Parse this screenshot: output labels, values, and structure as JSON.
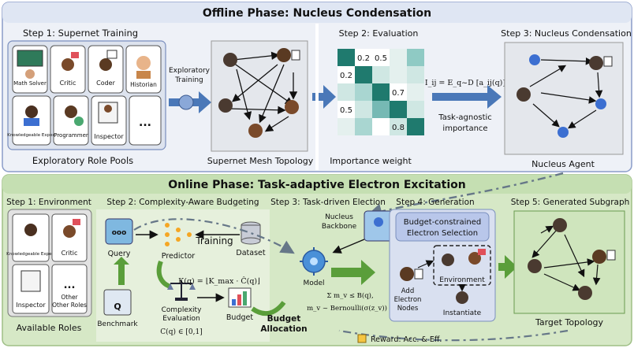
{
  "offline": {
    "title": "Offline Phase: Nucleus Condensation",
    "step1": "Step 1: Supernet Training",
    "roles": [
      "Math Solver",
      "Critic",
      "Coder",
      "Historian",
      "Knowledgeable Expert",
      "Programmer",
      "Inspector",
      "..."
    ],
    "role_pool_label": "Exploratory Role Pools",
    "exploratory_training": "Exploratory Training",
    "mesh_label": "Supernet Mesh Topology",
    "step2": "Step 2: Evaluation",
    "matrix_values": [
      "0.2",
      "0.5",
      "0.2",
      "0.7",
      "0.5",
      "0.8"
    ],
    "importance_weight": "Importance weight",
    "formula": "I_ij = E_q~D [a_ij(q)]",
    "task_agnostic": "Task-agnostic",
    "importance": "importance",
    "step3": "Step 3: Nucleus Condensation",
    "nucleus_agent": "Nucleus Agent"
  },
  "online": {
    "title": "Online Phase: Task-adaptive Electron Excitation",
    "step1": "Step 1: Environment",
    "roles": [
      "Knowledgeable Expert",
      "Critic",
      "Inspector",
      "...",
      "Other Roles"
    ],
    "available_roles": "Available Roles",
    "step2": "Step 2: Complexity-Aware Budgeting",
    "query": "Query",
    "predictor": "Predictor",
    "training": "Training",
    "dataset": "Dataset",
    "benchmark": "Benchmark",
    "complexity_eval_1": "Complexity",
    "complexity_eval_2": "Evaluation",
    "complexity_range": "C(q) ∈ [0,1]",
    "budget_formula": "K(q) = ⌊K_max · Ĉ(q)⌋",
    "budget": "Budget",
    "budget_alloc_1": "Budget",
    "budget_alloc_2": "Allocation",
    "step3": "Step 3: Task-driven Election",
    "nucleus_backbone_1": "Nucleus",
    "nucleus_backbone_2": "Backbone",
    "model": "Model",
    "sum_formula": "Σ m_v ≤ B(q),",
    "bernoulli_formula": "m_v ~ Bernoulli(σ(z_v))",
    "step4": "Step 4: Generation",
    "budget_constrained_1": "Budget-constrained",
    "budget_constrained_2": "Electron Selection",
    "environment": "Environment",
    "add_electron_1": "Add",
    "add_electron_2": "Electron",
    "add_electron_3": "Nodes",
    "instantiate": "Instantiate",
    "step5": "Step 5: Generated Subgraph",
    "target_topology": "Target Topology",
    "reward": "Reward: Acc. & Eff."
  },
  "colors": {
    "offline_bg": "#eef1f7",
    "offline_border": "#8a9cc9",
    "online_bg": "#d6e8c6",
    "online_border": "#9fbf86",
    "arrow_blue": "#4a78b8",
    "arrow_green": "#5a9e3a",
    "heat_dark": "#1f7a6e",
    "heat_mid": "#76b9b4",
    "heat_light": "#cfe7e3",
    "node_blue": "#3c6fd1"
  }
}
